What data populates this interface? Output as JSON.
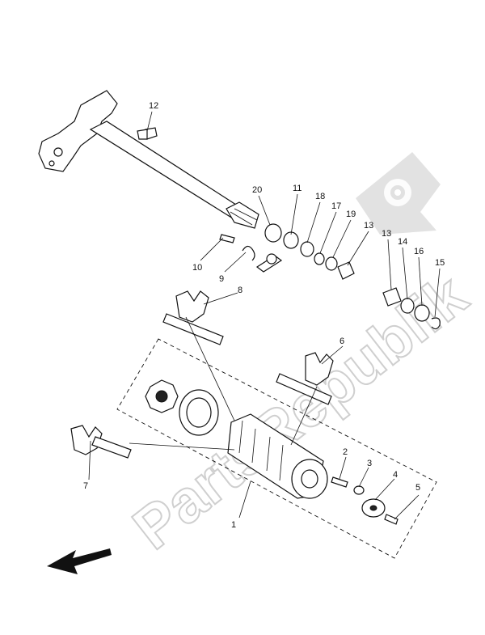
{
  "watermark": {
    "text": "PartsRepublik",
    "icon": "gear-flag-icon",
    "color": "#c8c8c8"
  },
  "callouts": [
    {
      "id": "c1",
      "label": "1"
    },
    {
      "id": "c2",
      "label": "2"
    },
    {
      "id": "c3",
      "label": "3"
    },
    {
      "id": "c4",
      "label": "4"
    },
    {
      "id": "c5",
      "label": "5"
    },
    {
      "id": "c6",
      "label": "6"
    },
    {
      "id": "c7",
      "label": "7"
    },
    {
      "id": "c8",
      "label": "8"
    },
    {
      "id": "c9",
      "label": "9"
    },
    {
      "id": "c10",
      "label": "10"
    },
    {
      "id": "c11",
      "label": "11"
    },
    {
      "id": "c12",
      "label": "12"
    },
    {
      "id": "c13a",
      "label": "13"
    },
    {
      "id": "c13b",
      "label": "13"
    },
    {
      "id": "c14",
      "label": "14"
    },
    {
      "id": "c15",
      "label": "15"
    },
    {
      "id": "c16",
      "label": "16"
    },
    {
      "id": "c17",
      "label": "17"
    },
    {
      "id": "c18",
      "label": "18"
    },
    {
      "id": "c19",
      "label": "19"
    },
    {
      "id": "c20",
      "label": "20"
    }
  ],
  "direction_arrow": {
    "icon": "front-arrow-icon"
  }
}
